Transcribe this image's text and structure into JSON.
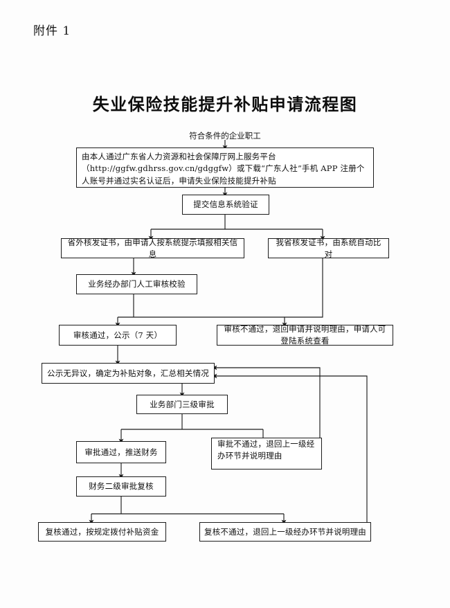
{
  "document": {
    "attachment_label": "附件 1",
    "title": "失业保险技能提升补贴申请流程图"
  },
  "flowchart": {
    "type": "flowchart",
    "orientation": "top-to-bottom",
    "start_caption": "符合条件的企业职工",
    "nodes": [
      {
        "id": "n1",
        "label": "由本人通过广东省人力资源和社会保障厅网上服务平台（http://ggfw.gdhrss.gov.cn/gdggfw）或下载“广东人社”手机 APP 注册个人账号并通过实名认证后，申请失业保险技能提升补贴",
        "shape": "rect"
      },
      {
        "id": "n2",
        "label": "提交信息系统验证",
        "shape": "rect"
      },
      {
        "id": "n3",
        "label": "省外核发证书，由申请人按系统提示填报相关信息",
        "shape": "rect"
      },
      {
        "id": "n4",
        "label": "我省核发证书，由系统自动比对",
        "shape": "rect"
      },
      {
        "id": "n5",
        "label": "业务经办部门人工审核校验",
        "shape": "rect"
      },
      {
        "id": "n6",
        "label": "审核通过，公示（7 天）",
        "shape": "rect"
      },
      {
        "id": "n7",
        "label": "审核不通过，退回申请并说明理由，申请人可登陆系统查看",
        "shape": "rect"
      },
      {
        "id": "n8",
        "label": "公示无异议，确定为补贴对象，汇总相关情况",
        "shape": "rect"
      },
      {
        "id": "n9",
        "label": "业务部门三级审批",
        "shape": "rect"
      },
      {
        "id": "n10",
        "label": "审批通过，推送财务",
        "shape": "rect"
      },
      {
        "id": "n11",
        "label": "审批不通过，退回上一级经办环节并说明理由",
        "shape": "rect"
      },
      {
        "id": "n12",
        "label": "财务二级审批复核",
        "shape": "rect"
      },
      {
        "id": "n13",
        "label": "复核通过，按规定拨付补贴资金",
        "shape": "rect"
      },
      {
        "id": "n14",
        "label": "复核不通过，退回上一级经办环节并说明理由",
        "shape": "rect"
      }
    ],
    "edges": [
      {
        "from": "start",
        "to": "n1"
      },
      {
        "from": "n1",
        "to": "n2"
      },
      {
        "from": "n2",
        "to": "n3"
      },
      {
        "from": "n2",
        "to": "n4"
      },
      {
        "from": "n3",
        "to": "n5"
      },
      {
        "from": "n4",
        "to": "n7"
      },
      {
        "from": "n5",
        "to": "n6"
      },
      {
        "from": "n5",
        "to": "n7"
      },
      {
        "from": "n6",
        "to": "n8"
      },
      {
        "from": "n8",
        "to": "n9"
      },
      {
        "from": "n9",
        "to": "n10"
      },
      {
        "from": "n9",
        "to": "n11"
      },
      {
        "from": "n10",
        "to": "n12"
      },
      {
        "from": "n11",
        "to": "n8",
        "type": "return"
      },
      {
        "from": "n12",
        "to": "n13"
      },
      {
        "from": "n12",
        "to": "n14"
      },
      {
        "from": "n14",
        "to": "n8",
        "type": "return"
      }
    ],
    "colors": {
      "line": "#1b1b1b",
      "box_border": "#1b1b1b",
      "box_fill": "#ffffff",
      "text": "#0f0f0f",
      "page_background": "#fdfdfd"
    }
  }
}
